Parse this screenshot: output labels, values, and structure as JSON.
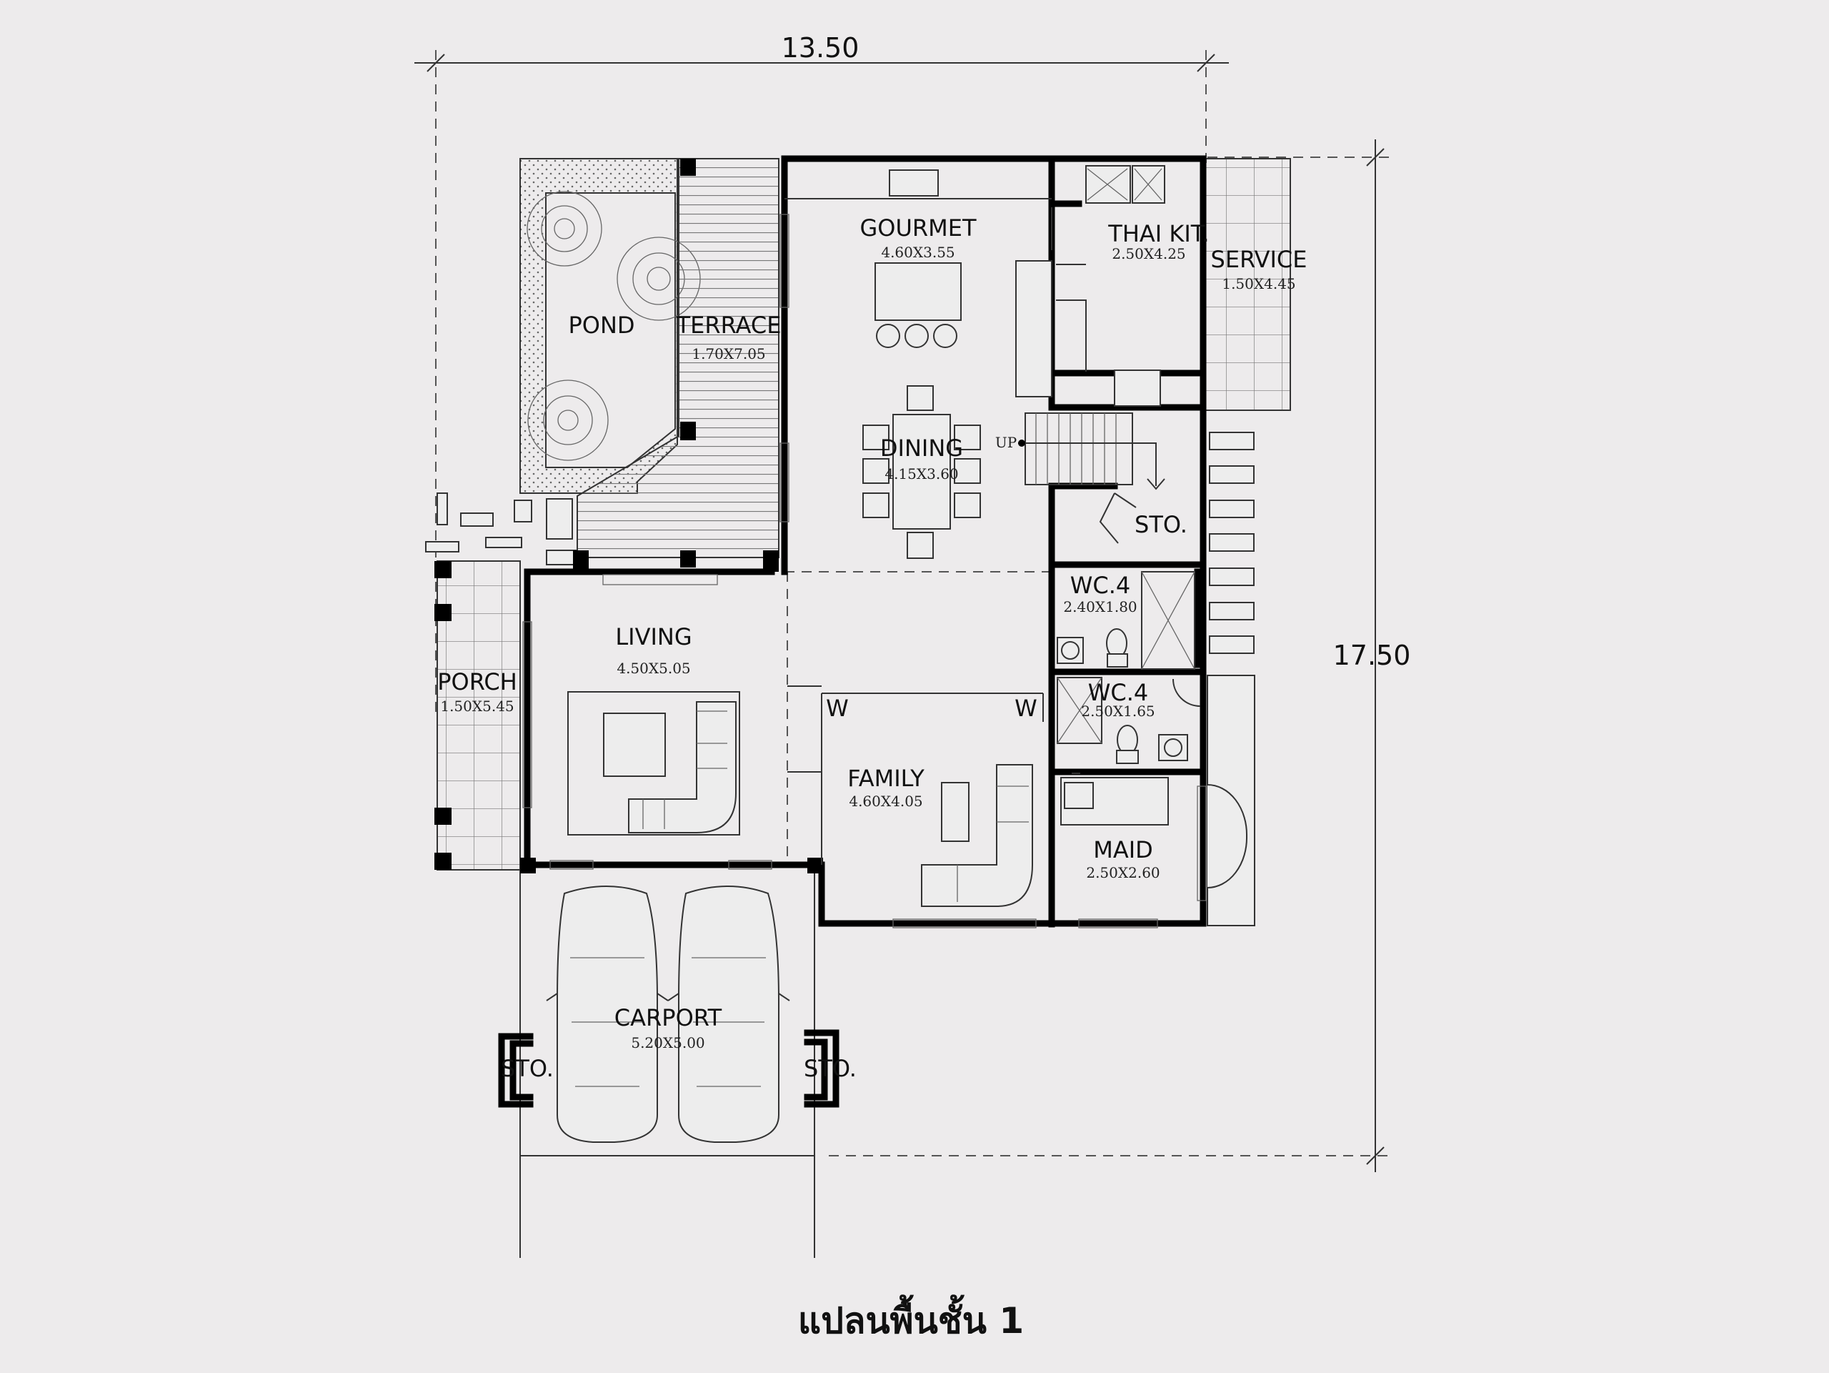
{
  "title": "แปลนพื้นชั้น 1",
  "dimensions": {
    "width": "13.50",
    "depth": "17.50"
  },
  "rooms": {
    "gourmet": {
      "name": "GOURMET",
      "size": "4.60X3.55"
    },
    "thai_kit": {
      "name": "THAI KIT.",
      "size": "2.50X4.25"
    },
    "service": {
      "name": "SERVICE",
      "size": "1.50X4.45"
    },
    "pond": {
      "name": "POND"
    },
    "terrace": {
      "name": "TERRACE",
      "size": "1.70X7.05"
    },
    "dining": {
      "name": "DINING",
      "size": "4.15X3.60"
    },
    "sto_stair": {
      "name": "STO."
    },
    "wc4_a": {
      "name": "WC.4",
      "size": "2.40X1.80"
    },
    "wc4_b": {
      "name": "WC.4",
      "size": "2.50X1.65"
    },
    "living": {
      "name": "LIVING",
      "size": "4.50X5.05"
    },
    "porch": {
      "name": "PORCH",
      "size": "1.50X5.45"
    },
    "family": {
      "name": "FAMILY",
      "size": "4.60X4.05"
    },
    "maid": {
      "name": "MAID",
      "size": "2.50X2.60"
    },
    "carport": {
      "name": "CARPORT",
      "size": "5.20X5.00"
    },
    "sto_left": {
      "name": "STO."
    },
    "sto_right": {
      "name": "STO."
    }
  },
  "markers": {
    "stair_up": "UP",
    "w_left": "W",
    "w_right": "W"
  }
}
